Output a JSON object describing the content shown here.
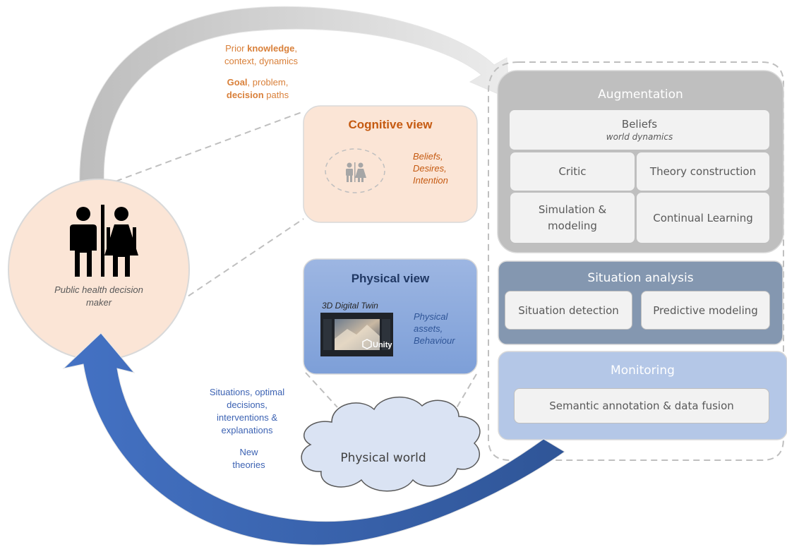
{
  "prior": {
    "line1_a": "Prior ",
    "line1_b": "knowledge",
    "line1_c": ",",
    "line2": "context, dynamics",
    "goal_a": "Goal",
    "goal_b": ", problem,",
    "decision_a": "decision",
    "decision_b": " paths"
  },
  "decision_maker": {
    "label": "Public health decision maker",
    "icon": "man-woman-icon"
  },
  "cognitive_view": {
    "title": "Cognitive view",
    "bdi": [
      "Beliefs,",
      "Desires,",
      "Intention"
    ],
    "icon": "man-woman-icon"
  },
  "physical_view": {
    "title": "Physical view",
    "twin_label": "3D Digital Twin",
    "assets": [
      "Physical",
      "assets,",
      "Behaviour"
    ],
    "unity_label": "Unity"
  },
  "physical_world": {
    "label": "Physical world"
  },
  "outputs": {
    "lines": [
      "Situations, optimal",
      "decisions,",
      "interventions &",
      "explanations"
    ],
    "theories": [
      "New",
      "theories"
    ]
  },
  "augmentation": {
    "title": "Augmentation",
    "beliefs": "Beliefs",
    "beliefs_sub": "world dynamics",
    "critic": "Critic",
    "theory": "Theory construction",
    "simulation": "Simulation & modeling",
    "continual": "Continual Learning"
  },
  "situation_analysis": {
    "title": "Situation analysis",
    "detection": "Situation detection",
    "predictive": "Predictive modeling"
  },
  "monitoring": {
    "title": "Monitoring",
    "semantic": "Semantic annotation & data fusion"
  },
  "colors": {
    "peach": "#fbe5d6",
    "orange_text": "#c55a11",
    "blue_arrow": "#3a66b8",
    "grey_arrow": "#d0d0d0",
    "augmentation_bg": "#bfbfbf",
    "situation_bg": "#8497b0",
    "monitoring_bg": "#b4c7e7"
  }
}
